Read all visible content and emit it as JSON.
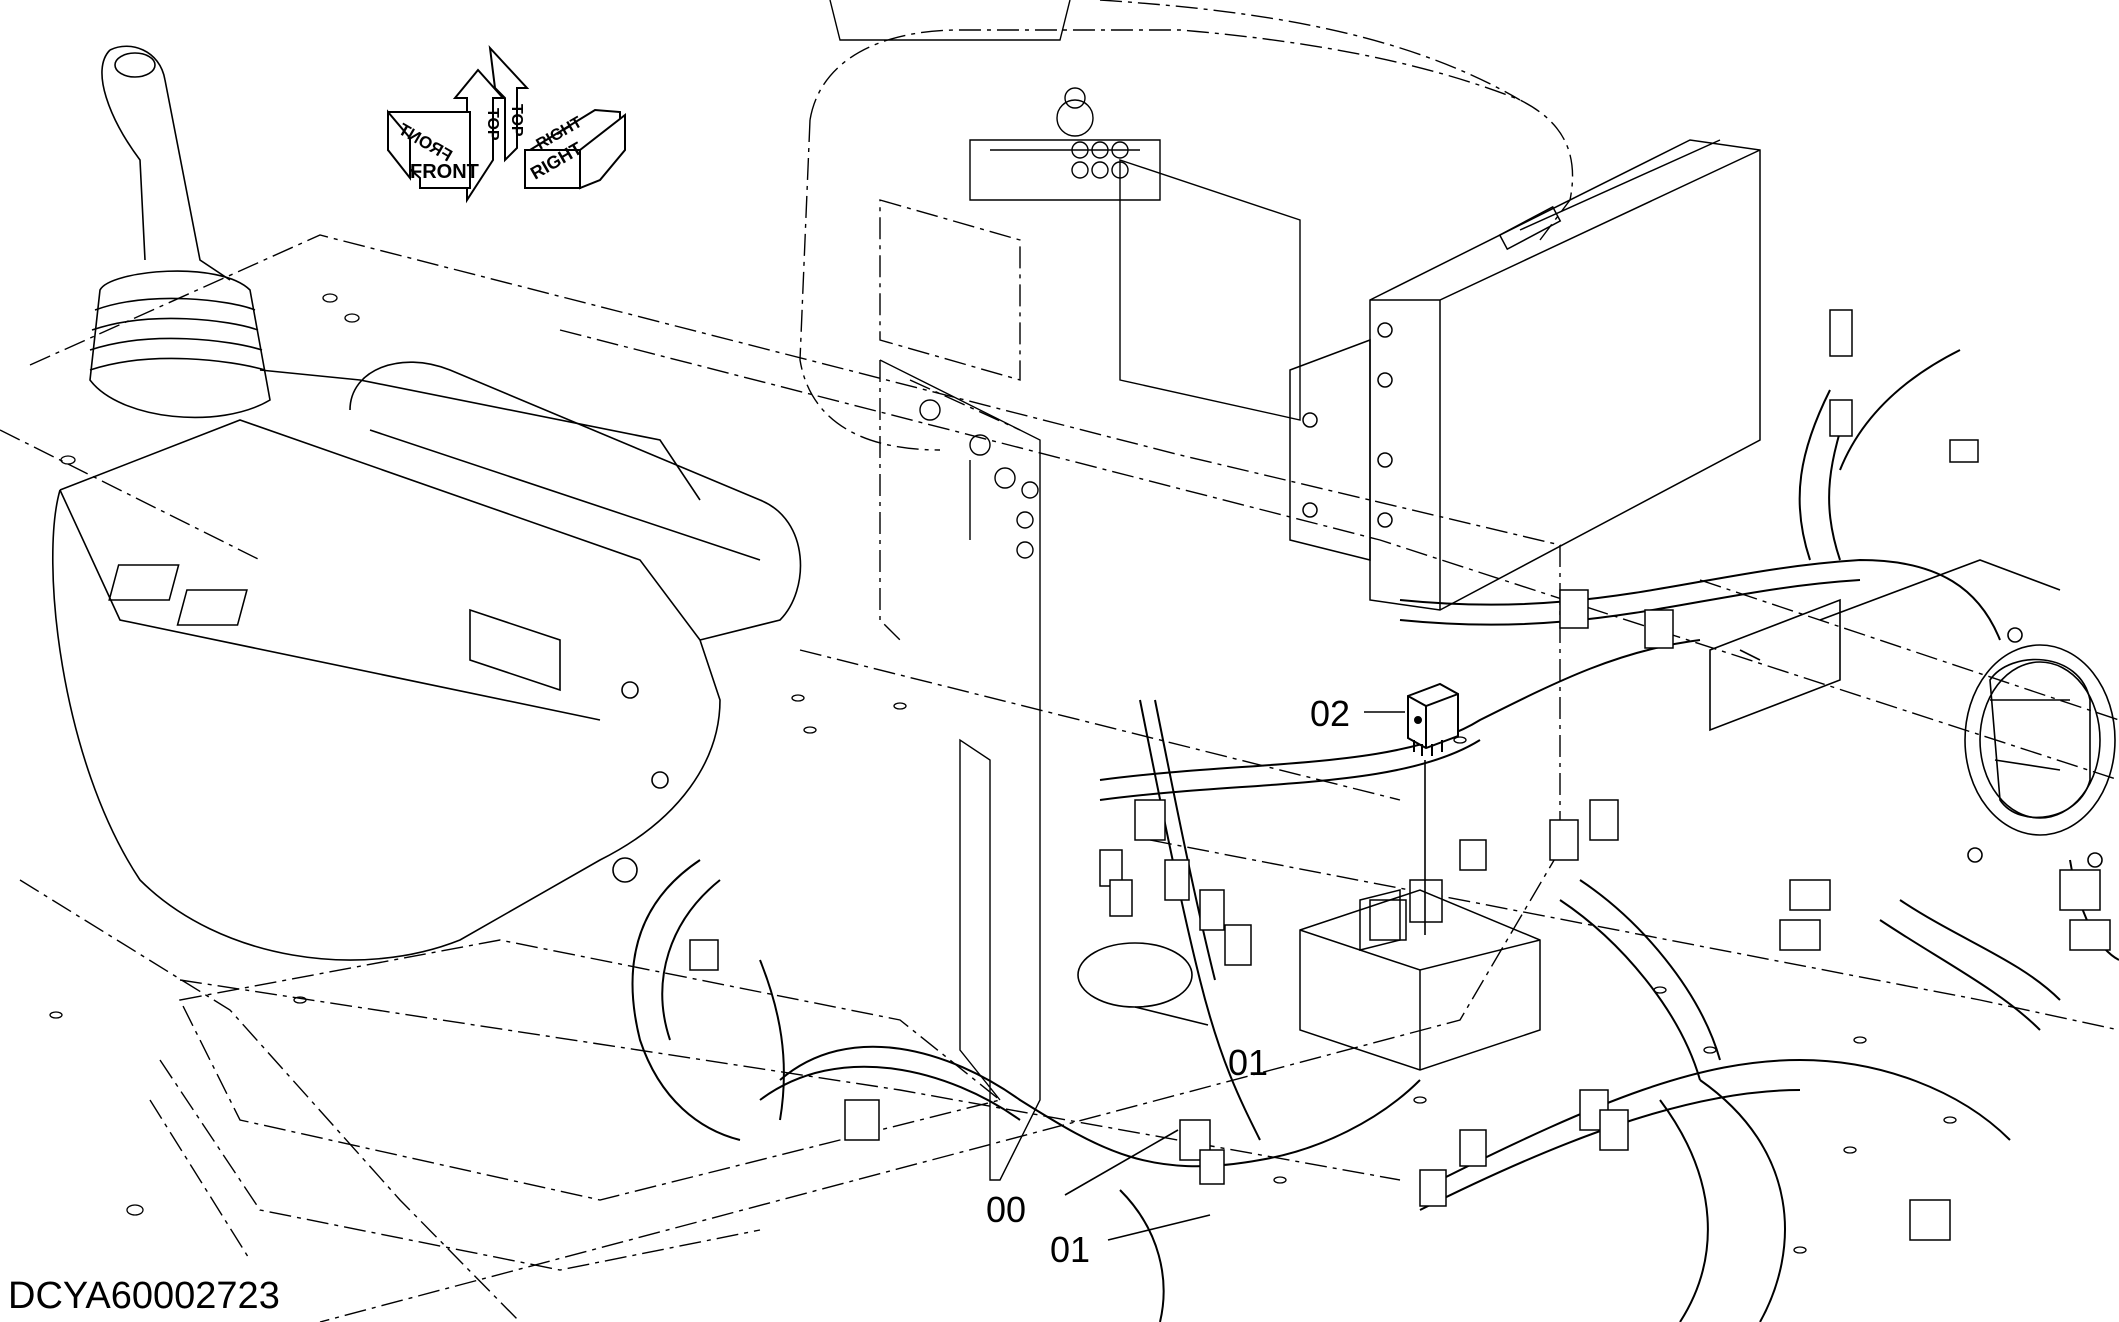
{
  "orientation": {
    "front": "FRONT",
    "top": "TOP",
    "right": "RIGHT"
  },
  "callouts": [
    {
      "id": "c02",
      "text": "02"
    },
    {
      "id": "c01a",
      "text": "01"
    },
    {
      "id": "c00",
      "text": "00"
    },
    {
      "id": "c01b",
      "text": "01"
    }
  ],
  "drawing_number": "DCYA60002723"
}
